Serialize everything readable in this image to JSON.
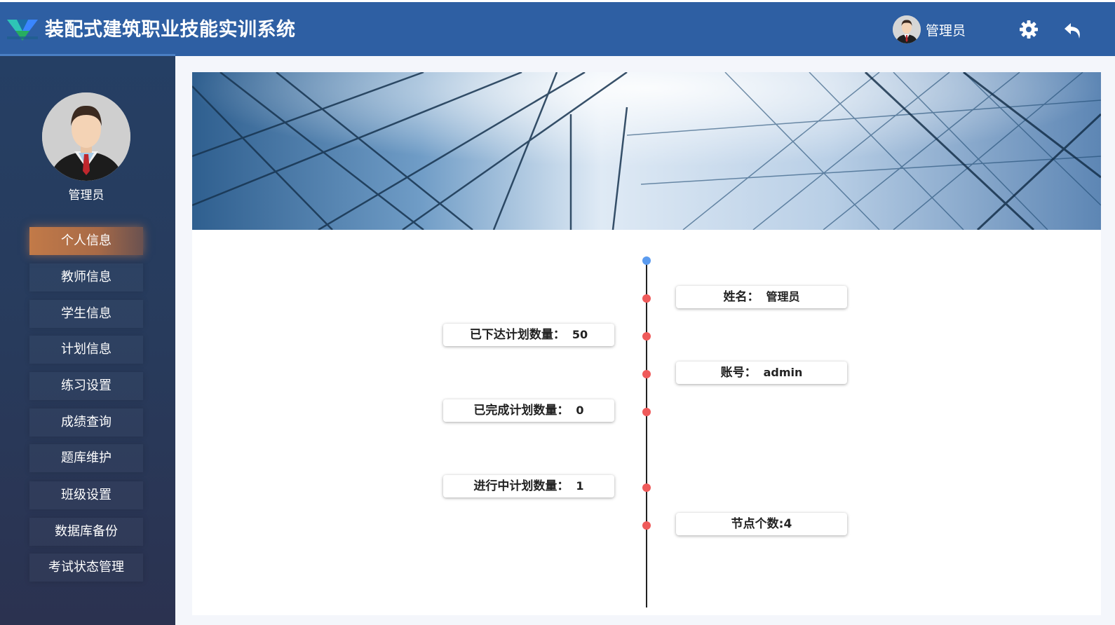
{
  "header": {
    "title": "装配式建筑职业技能实训系统",
    "user_name": "管理员",
    "accent": "#2e5fa3"
  },
  "sidebar": {
    "user_name": "管理员",
    "items": [
      {
        "label": "个人信息",
        "active": true
      },
      {
        "label": "教师信息"
      },
      {
        "label": "学生信息"
      },
      {
        "label": "计划信息"
      },
      {
        "label": "练习设置"
      },
      {
        "label": "成绩查询"
      },
      {
        "label": "题库维护"
      },
      {
        "label": "班级设置"
      },
      {
        "label": "数据库备份"
      },
      {
        "label": "考试状态管理"
      }
    ]
  },
  "timeline": {
    "entries": [
      {
        "label": "姓名：",
        "value": "管理员"
      },
      {
        "label": "已下达计划数量：",
        "value": "50"
      },
      {
        "label": "账号：",
        "value": "admin"
      },
      {
        "label": "已完成计划数量：",
        "value": "0"
      },
      {
        "label": "进行中计划数量：",
        "value": "1"
      },
      {
        "label": "节点个数:4",
        "value": ""
      }
    ],
    "dot_color": "#ef5a5a",
    "start_dot_color": "#5b9bef"
  }
}
